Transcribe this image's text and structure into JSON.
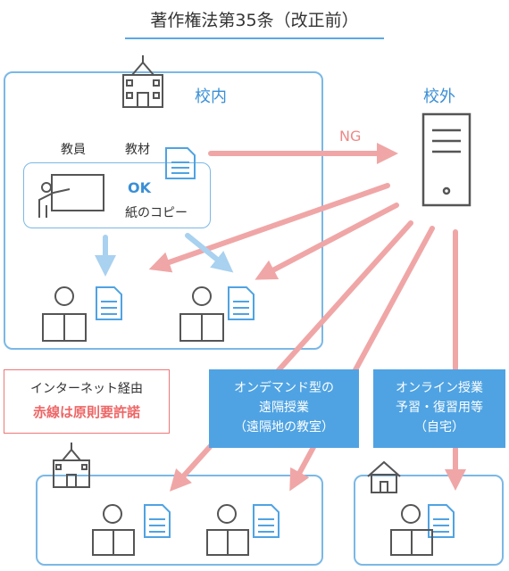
{
  "title": "著作権法第35条（改正前）",
  "inside": {
    "label": "校内",
    "teacher": "教員",
    "material": "教材",
    "ok": "OK",
    "copy": "紙のコピー"
  },
  "outside": {
    "label": "校外",
    "ng": "NG"
  },
  "legend": {
    "line1": "インターネット経由",
    "line2": "赤線は原則要許諾"
  },
  "ondemand": {
    "line1": "オンデマンド型の",
    "line2": "遠隔授業",
    "line3": "（遠隔地の教室）"
  },
  "online": {
    "line1": "オンライン授業",
    "line2": "予習・復習用等",
    "line3": "（自宅）"
  },
  "colors": {
    "blue": "#4fa3e3",
    "red_line": "#f0a6a6",
    "frame": "#7ab8e6",
    "icon": "#555555"
  }
}
